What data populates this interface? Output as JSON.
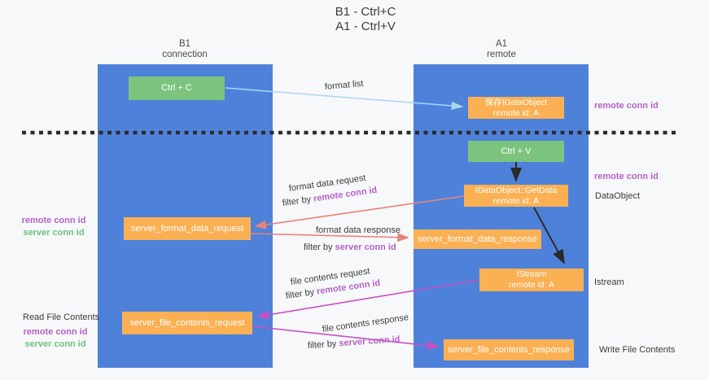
{
  "colors": {
    "blue": "#4e82da",
    "green": "#7cc47e",
    "orange": "#fab053",
    "purple": "#b462c8",
    "greentext": "#6ec07f",
    "salmon": "#e8827a",
    "magenta": "#c750c3",
    "lightblue": "#a9d5f2",
    "dark": "#2b2b2b",
    "text": "#3b3b3b"
  },
  "title": {
    "line1": "B1 - Ctrl+C",
    "line2": "A1 - Ctrl+V"
  },
  "lanes": {
    "b1": {
      "title": "B1",
      "subtitle": "connection"
    },
    "a1": {
      "title": "A1",
      "subtitle": "remote"
    }
  },
  "boxes": {
    "ctrl_c": {
      "label": "Ctrl + C"
    },
    "save_idataobject": {
      "line1": "保存IDataObject",
      "line2": "remote id: A"
    },
    "ctrl_v": {
      "label": "Ctrl + V"
    },
    "getdata": {
      "line1": "IDataObject::GetData",
      "line2": "remote id: A"
    },
    "format_request": {
      "label": "server_format_data_request"
    },
    "format_response": {
      "label": "server_format_data_response"
    },
    "istream": {
      "line1": "IStream",
      "line2": "remote id: A"
    },
    "file_request": {
      "label": "server_file_contents_request"
    },
    "file_response": {
      "label": "server_file_contents_response"
    }
  },
  "flow_labels": {
    "format_list": "format list",
    "format_data_request": "format data request",
    "format_data_response": "format data response",
    "file_contents_request": "file contents request",
    "file_contents_response": "file contents response",
    "filter_by": "filter by ",
    "remote_conn_id": "remote conn id",
    "server_conn_id": "server conn id"
  },
  "annotations": {
    "left": {
      "remote_conn_id": "remote conn id",
      "server_conn_id": "server conn id",
      "read_file": "Read File Contents"
    },
    "right": {
      "remote_conn_id_top": "remote conn id",
      "remote_conn_id_mid": "remote conn id",
      "dataobject": "DataObject",
      "istream": "Istream",
      "write_file": "Write File Contents"
    }
  }
}
